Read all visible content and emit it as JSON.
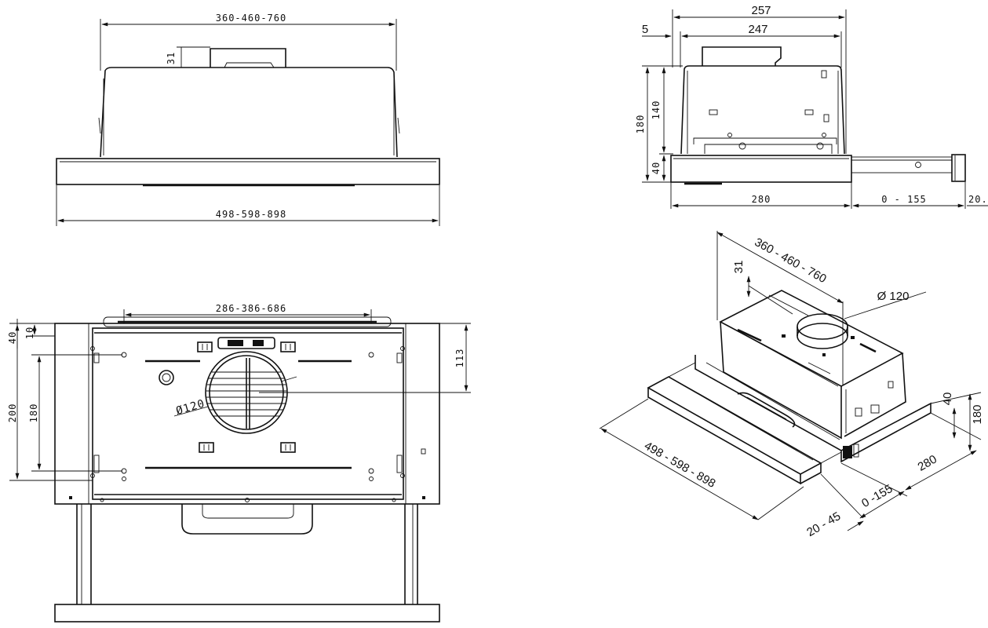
{
  "front_view": {
    "top_width": "360-460-760",
    "collar_height": "31",
    "bottom_width": "498-598-898"
  },
  "side_view": {
    "overall_depth": "257",
    "inner_depth": "247",
    "offset": "5",
    "total_height": "180",
    "body_height": "140",
    "front_height": "40",
    "base_depth": "280",
    "slide_range": "0 - 155",
    "handle_depth": "20."
  },
  "bottom_view": {
    "hole_spacing": "286-386-686",
    "top_margin_a": "40",
    "top_margin_b": "10",
    "outer_height": "200",
    "inner_height": "180",
    "centre_offset": "113",
    "duct_diameter": "Ø120"
  },
  "iso_view": {
    "top_width": "360 - 460 - 760",
    "collar_height": "31",
    "duct_diameter": "Ø 120",
    "front_height": "40",
    "total_height": "180",
    "depth": "280",
    "slide_range": "0 -155",
    "handle_depth": "20 - 45",
    "bottom_width": "498 - 598 - 898"
  }
}
